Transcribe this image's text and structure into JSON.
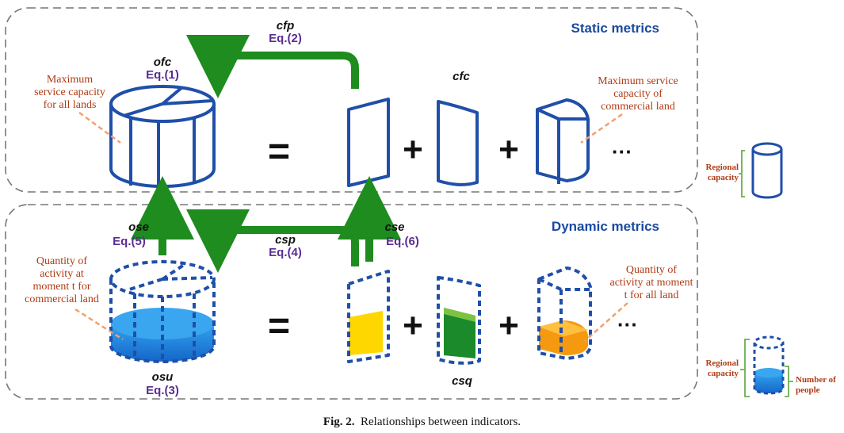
{
  "panels": {
    "static_title": "Static metrics",
    "dynamic_title": "Dynamic metrics"
  },
  "labels": {
    "ofc": "ofc",
    "ofc_eq": "Eq.(1)",
    "cfp": "cfp",
    "cfp_eq": "Eq.(2)",
    "cfc": "cfc",
    "ose": "ose",
    "ose_eq": "Eq.(5)",
    "cse": "cse",
    "cse_eq": "Eq.(6)",
    "csp": "csp",
    "csp_eq": "Eq.(4)",
    "osu": "osu",
    "osu_eq": "Eq.(3)",
    "csq": "csq"
  },
  "annotations": {
    "max_all": [
      "Maximum",
      "service capacity",
      "for all lands"
    ],
    "max_commercial": [
      "Maximum service",
      "capacity of",
      "commercial land"
    ],
    "qty_commercial": [
      "Quantity of",
      "activity at",
      "moment t for",
      "commercial land"
    ],
    "qty_all": [
      "Quantity of",
      "activity at moment",
      "t for all land"
    ]
  },
  "operators": {
    "equals": "=",
    "plus": "+",
    "ellipsis": "···"
  },
  "legend": {
    "regional_capacity": [
      "Regional",
      "capacity"
    ],
    "number_of_people": [
      "Number of",
      "people"
    ]
  },
  "caption": {
    "prefix": "Fig. 2.",
    "text": "Relationships between indicators."
  },
  "colors": {
    "blue_line": "#1f4fa8",
    "green_arrow": "#1e8c1e",
    "label_blue": "#1a4aa0",
    "eq_purple": "#5a2d91",
    "annotation_red": "#b03a14",
    "dashed_orange": "#f0a070",
    "legend_green": "#6ab04c",
    "water_blue": "#1f8ae0",
    "yellow": "#ffd700",
    "green_fill": "#1a8a2a",
    "orange_fill": "#f59a10"
  }
}
